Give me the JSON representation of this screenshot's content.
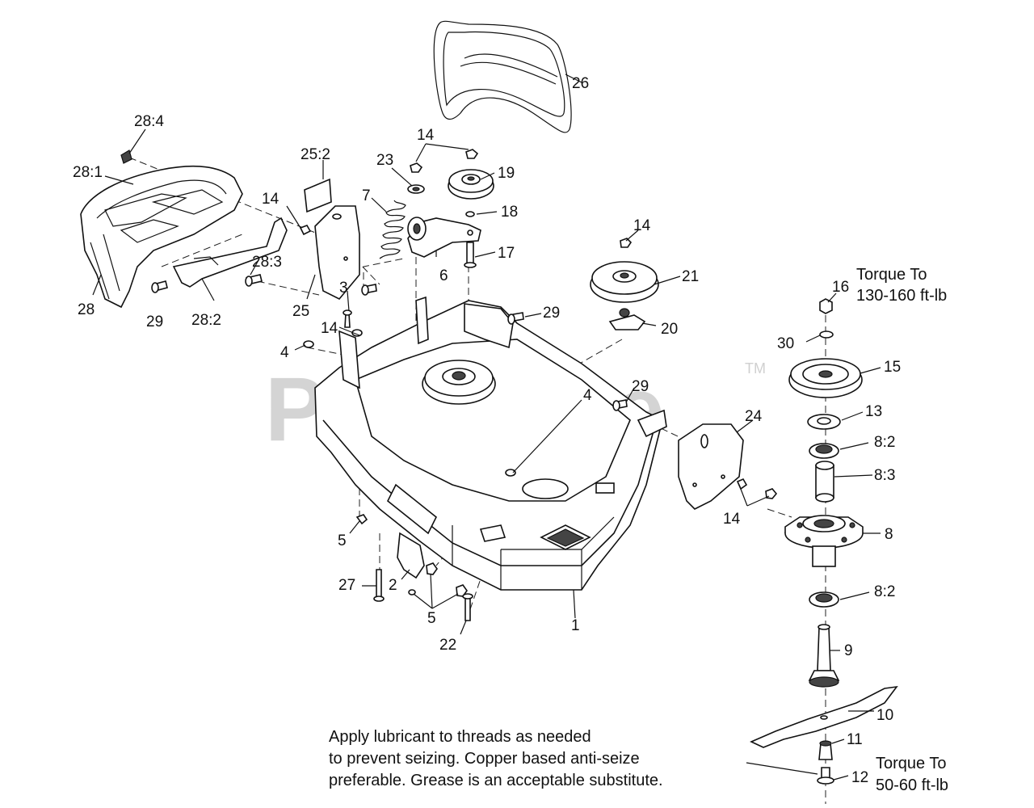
{
  "watermark": {
    "text": "PartsTree",
    "trademark": "TM"
  },
  "callouts": [
    {
      "id": "c26",
      "text": "26"
    },
    {
      "id": "c28-4",
      "text": "28:4"
    },
    {
      "id": "c28-1",
      "text": "28:1"
    },
    {
      "id": "c25-2",
      "text": "25:2"
    },
    {
      "id": "c14a",
      "text": "14"
    },
    {
      "id": "c23",
      "text": "23"
    },
    {
      "id": "c19",
      "text": "19"
    },
    {
      "id": "c7",
      "text": "7"
    },
    {
      "id": "c14b",
      "text": "14"
    },
    {
      "id": "c18",
      "text": "18"
    },
    {
      "id": "c28-3",
      "text": "28:3"
    },
    {
      "id": "c17",
      "text": "17"
    },
    {
      "id": "c6",
      "text": "6"
    },
    {
      "id": "c14c",
      "text": "14"
    },
    {
      "id": "c21",
      "text": "21"
    },
    {
      "id": "c28",
      "text": "28"
    },
    {
      "id": "c29a",
      "text": "29"
    },
    {
      "id": "c28-2",
      "text": "28:2"
    },
    {
      "id": "c25",
      "text": "25"
    },
    {
      "id": "c3",
      "text": "3"
    },
    {
      "id": "c14d",
      "text": "14"
    },
    {
      "id": "c29b",
      "text": "29"
    },
    {
      "id": "c20",
      "text": "20"
    },
    {
      "id": "c16",
      "text": "16"
    },
    {
      "id": "c30",
      "text": "30"
    },
    {
      "id": "c15",
      "text": "15"
    },
    {
      "id": "c4a",
      "text": "4"
    },
    {
      "id": "c4b",
      "text": "4"
    },
    {
      "id": "c29c",
      "text": "29"
    },
    {
      "id": "c24",
      "text": "24"
    },
    {
      "id": "c13",
      "text": "13"
    },
    {
      "id": "c8-2a",
      "text": "8:2"
    },
    {
      "id": "c8-3",
      "text": "8:3"
    },
    {
      "id": "c14e",
      "text": "14"
    },
    {
      "id": "c8",
      "text": "8"
    },
    {
      "id": "c5a",
      "text": "5"
    },
    {
      "id": "c27",
      "text": "27"
    },
    {
      "id": "c2",
      "text": "2"
    },
    {
      "id": "c8-2b",
      "text": "8:2"
    },
    {
      "id": "c1",
      "text": "1"
    },
    {
      "id": "c5b",
      "text": "5"
    },
    {
      "id": "c22",
      "text": "22"
    },
    {
      "id": "c9",
      "text": "9"
    },
    {
      "id": "c10",
      "text": "10"
    },
    {
      "id": "c11",
      "text": "11"
    },
    {
      "id": "c12",
      "text": "12"
    }
  ],
  "torque_top": {
    "line1": "Torque To",
    "line2": "130-160 ft-lb"
  },
  "torque_bottom": {
    "line1": "Torque To",
    "line2": "50-60 ft-lb"
  },
  "note": {
    "line1": "Apply lubricant to threads as needed",
    "line2": "to prevent seizing. Copper based anti-seize",
    "line3": "preferable. Grease is an acceptable substitute."
  },
  "colors": {
    "ink": "#111111",
    "watermark": "#d4d4d4",
    "background": "#ffffff"
  }
}
